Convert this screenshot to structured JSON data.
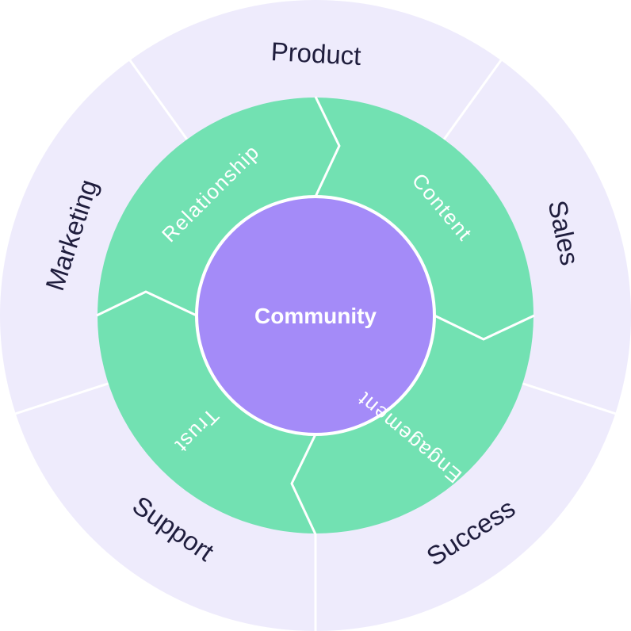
{
  "center": {
    "label": "Community"
  },
  "inner_ring": {
    "segments": [
      {
        "label": "Relationship"
      },
      {
        "label": "Content"
      },
      {
        "label": "Engagement"
      },
      {
        "label": "Trust"
      }
    ]
  },
  "outer_ring": {
    "segments": [
      {
        "label": "Product"
      },
      {
        "label": "Sales"
      },
      {
        "label": "Success"
      },
      {
        "label": "Support"
      },
      {
        "label": "Marketing"
      }
    ]
  },
  "colors": {
    "outer_fill": "#eeebfc",
    "inner_fill": "#72e1b2",
    "center_fill": "#a48bf8",
    "divider": "#ffffff",
    "outer_text": "#1f1d3d",
    "inner_text": "#ffffff"
  }
}
